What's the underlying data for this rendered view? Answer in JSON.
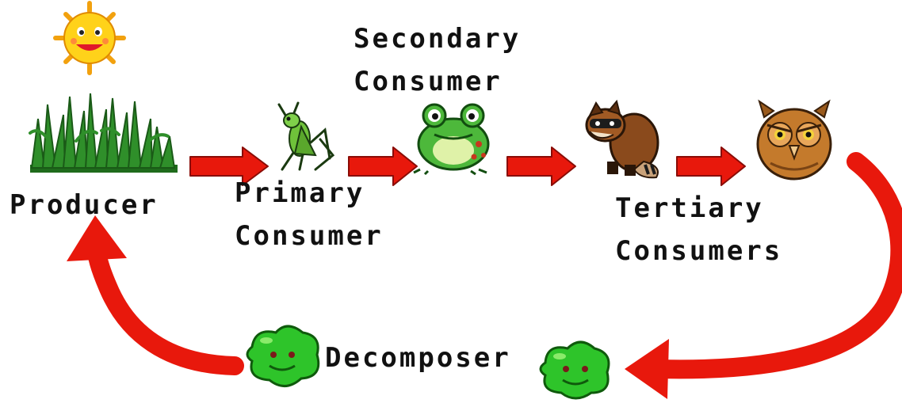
{
  "labels": {
    "producer": "Producer",
    "primary_line1": "Primary",
    "primary_line2": "Consumer",
    "secondary_line1": "Secondary",
    "secondary_line2": "Consumer",
    "tertiary_line1": "Tertiary",
    "tertiary_line2": "Consumers",
    "decomposer": "Decomposer"
  },
  "organisms": {
    "sun": "sun-icon",
    "producer": "grass-icon",
    "primary": "grasshopper-icon",
    "secondary": "frog-icon",
    "tertiary_1": "raccoon-icon",
    "tertiary_2": "owl-icon",
    "decomposer": "bacteria-icon"
  },
  "colors": {
    "arrow": "#e8180c",
    "arrow_edge": "#8a0c06",
    "grass": "#2f8f2a",
    "sun": "#ffd21a",
    "decomposer": "#2ec42a"
  }
}
